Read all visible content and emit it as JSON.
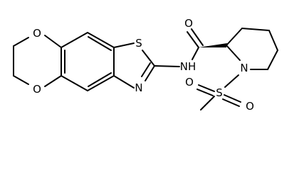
{
  "molecule": {
    "atoms": {
      "o_upper": "O",
      "o_lower": "O",
      "s_thiazole": "S",
      "n_thiazole": "N",
      "nh_amide": "NH",
      "o_carbonyl": "O",
      "n_piperidine": "N",
      "s_sulfonyl": "S",
      "o_sulfonyl_left": "O",
      "o_sulfonyl_right": "O"
    }
  },
  "colors": {
    "ink": "#000000",
    "background": "#ffffff"
  }
}
